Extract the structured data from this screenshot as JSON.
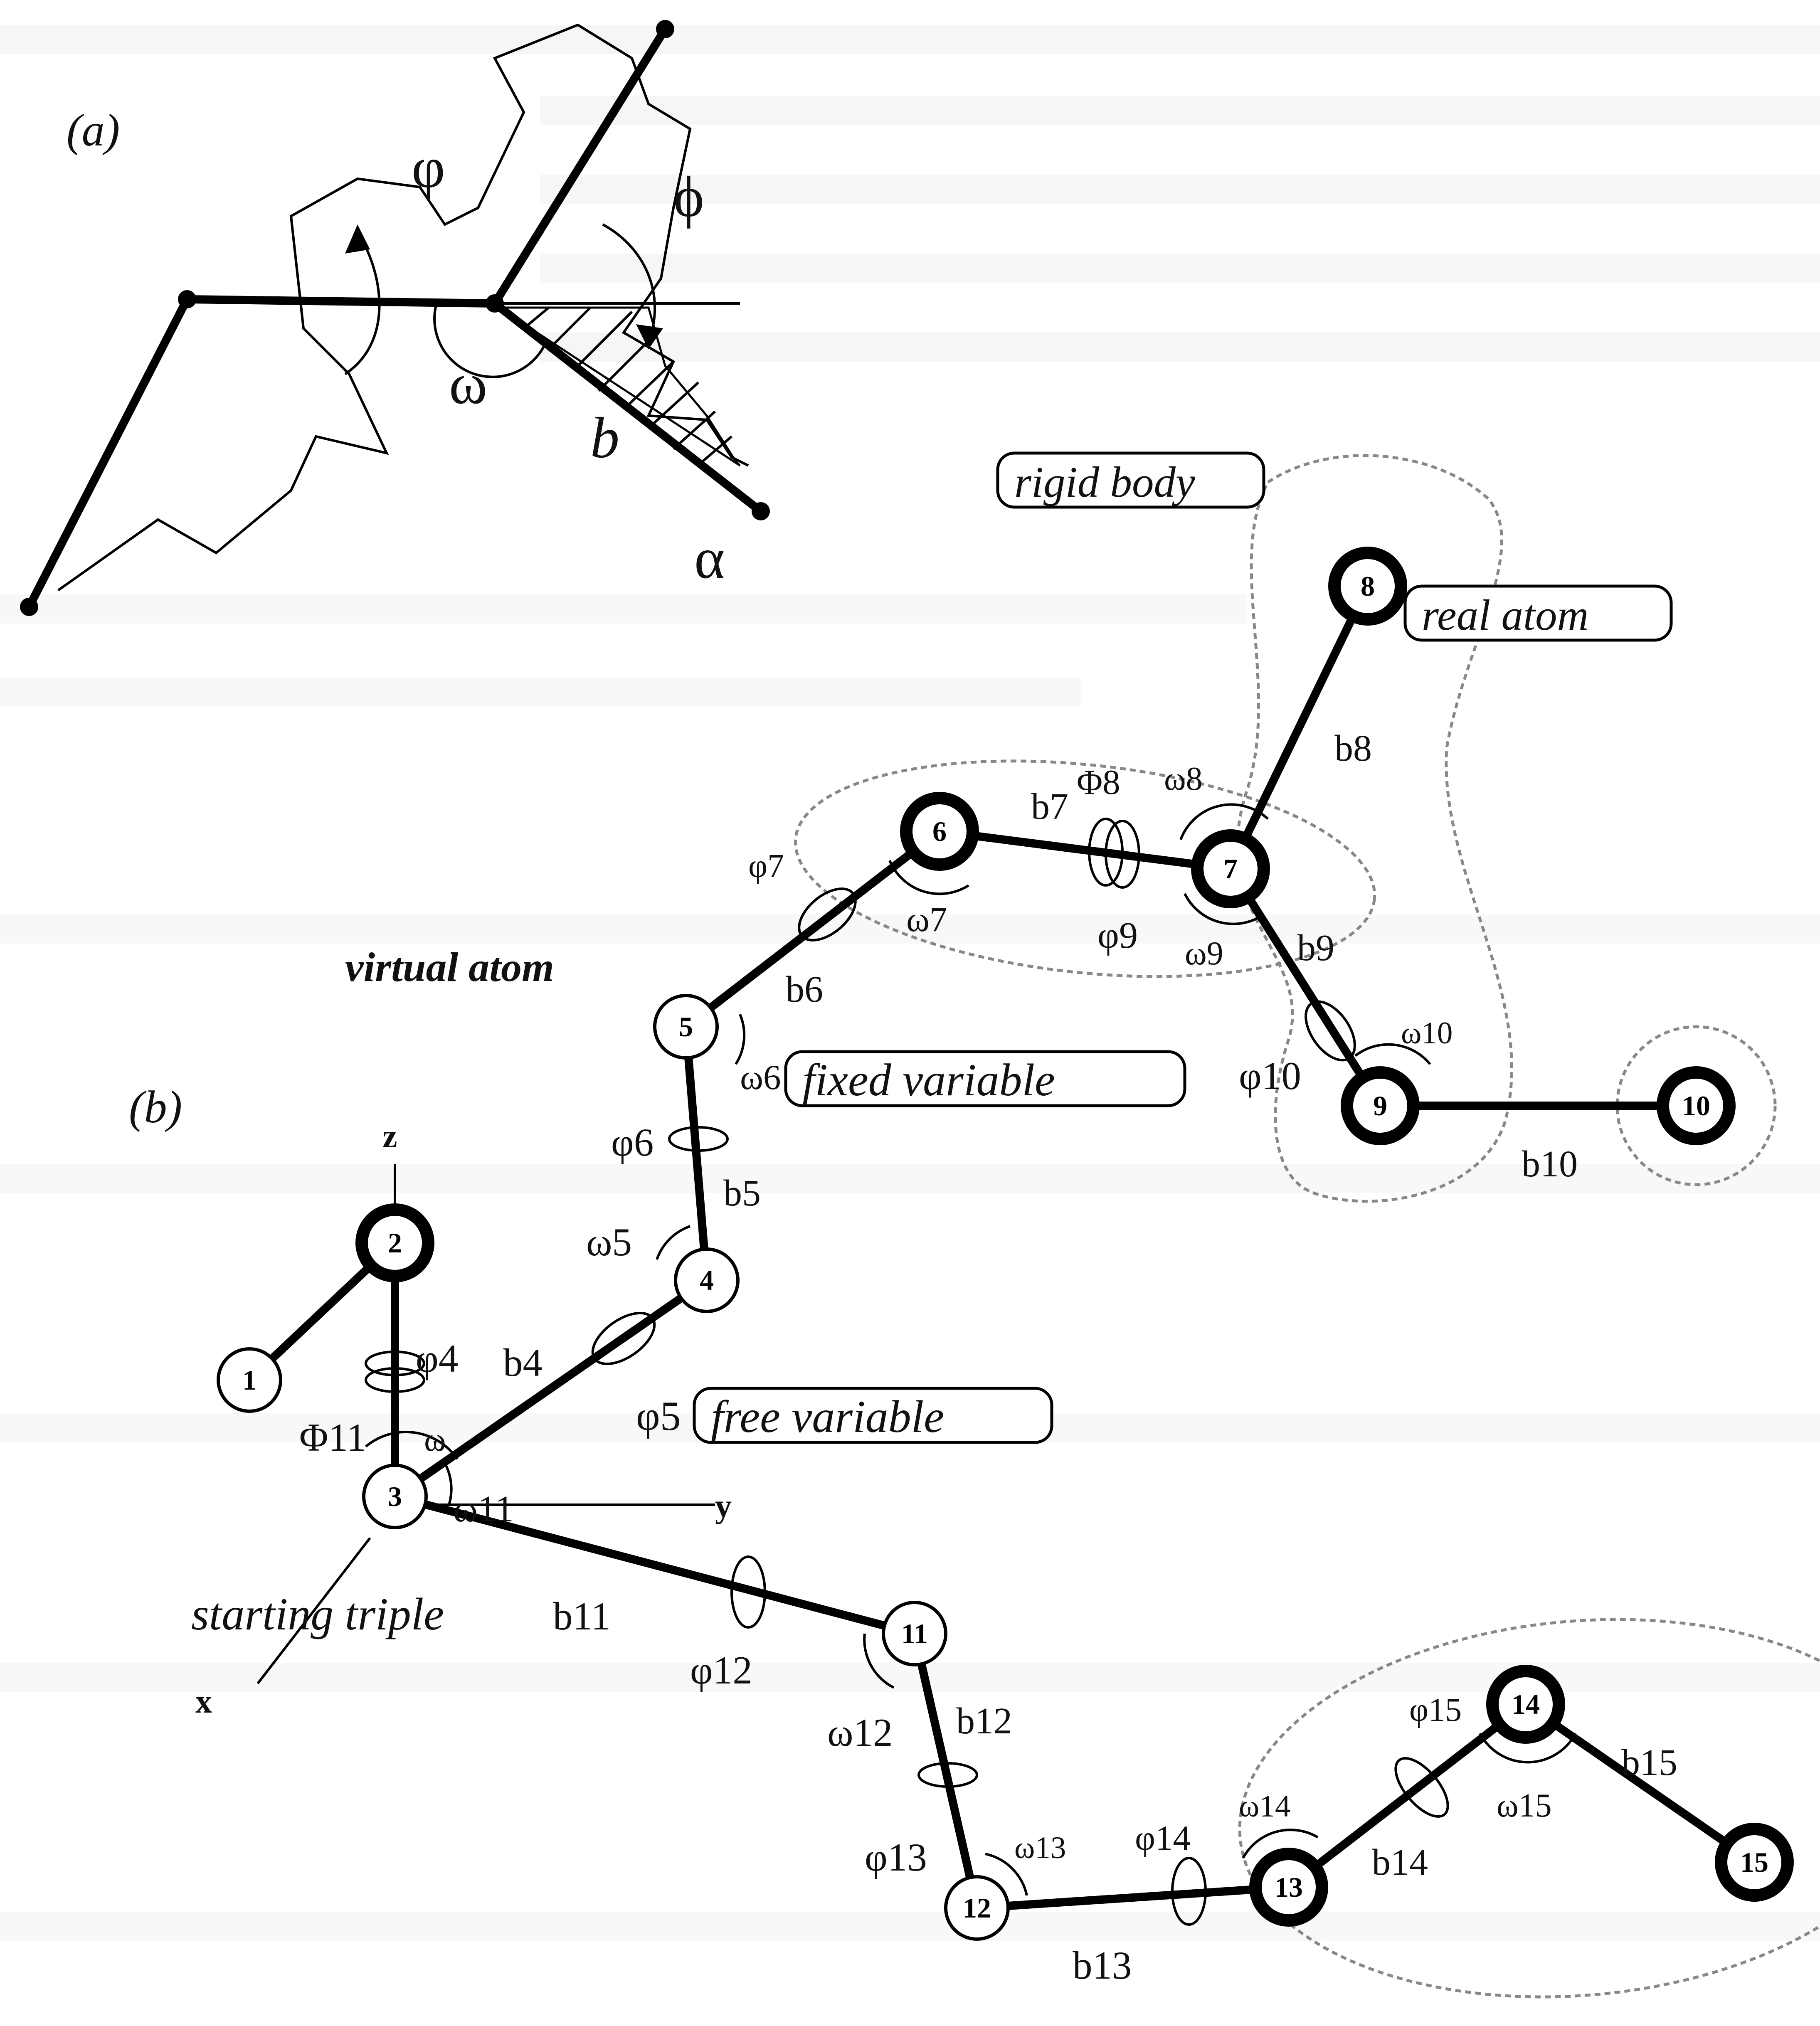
{
  "panel_a": {
    "label": "(a)",
    "phi": "φ",
    "phi_var": "ϕ",
    "omega": "ω",
    "b": "b",
    "alpha": "α"
  },
  "panel_b": {
    "label": "(b)",
    "rigid_body": "rigid body",
    "real_atom": "real atom",
    "virtual_atom": "virtual atom",
    "fixed_variable": "fixed variable",
    "free_variable": "free variable",
    "starting_triple": "starting triple",
    "axis_z": "z",
    "axis_y": "y",
    "axis_x": "x",
    "atoms": [
      {
        "id": "1",
        "kind": "virtual"
      },
      {
        "id": "2",
        "kind": "real"
      },
      {
        "id": "3",
        "kind": "virtual"
      },
      {
        "id": "4",
        "kind": "virtual"
      },
      {
        "id": "5",
        "kind": "virtual"
      },
      {
        "id": "6",
        "kind": "real"
      },
      {
        "id": "7",
        "kind": "real"
      },
      {
        "id": "8",
        "kind": "real"
      },
      {
        "id": "9",
        "kind": "real"
      },
      {
        "id": "10",
        "kind": "real"
      },
      {
        "id": "11",
        "kind": "virtual"
      },
      {
        "id": "12",
        "kind": "virtual"
      },
      {
        "id": "13",
        "kind": "real"
      },
      {
        "id": "14",
        "kind": "real"
      },
      {
        "id": "15",
        "kind": "real"
      }
    ],
    "bond_labels": {
      "b4": "b4",
      "b5": "b5",
      "b6": "b6",
      "b7": "b7",
      "b8": "b8",
      "b9": "b9",
      "b10": "b10",
      "b11": "b11",
      "b12": "b12",
      "b13": "b13",
      "b14": "b14",
      "b15": "b15"
    },
    "angle_labels": {
      "phi4": "φ4",
      "PHI11": "Φ11",
      "omega": "ω",
      "omega11": "ω11",
      "omega5": "ω5",
      "phi5": "φ5",
      "phi6": "φ6",
      "omega6": "ω6",
      "phi7": "φ7",
      "omega7": "ω7",
      "PHI8": "Φ8",
      "omega8": "ω8",
      "phi9": "φ9",
      "omega9": "ω9",
      "phi10": "φ10",
      "omega10": "ω10",
      "phi12": "φ12",
      "omega12": "ω12",
      "phi13": "φ13",
      "omega13": "ω13",
      "phi14": "φ14",
      "omega14": "ω14",
      "phi15": "φ15",
      "omega15": "ω15"
    }
  }
}
